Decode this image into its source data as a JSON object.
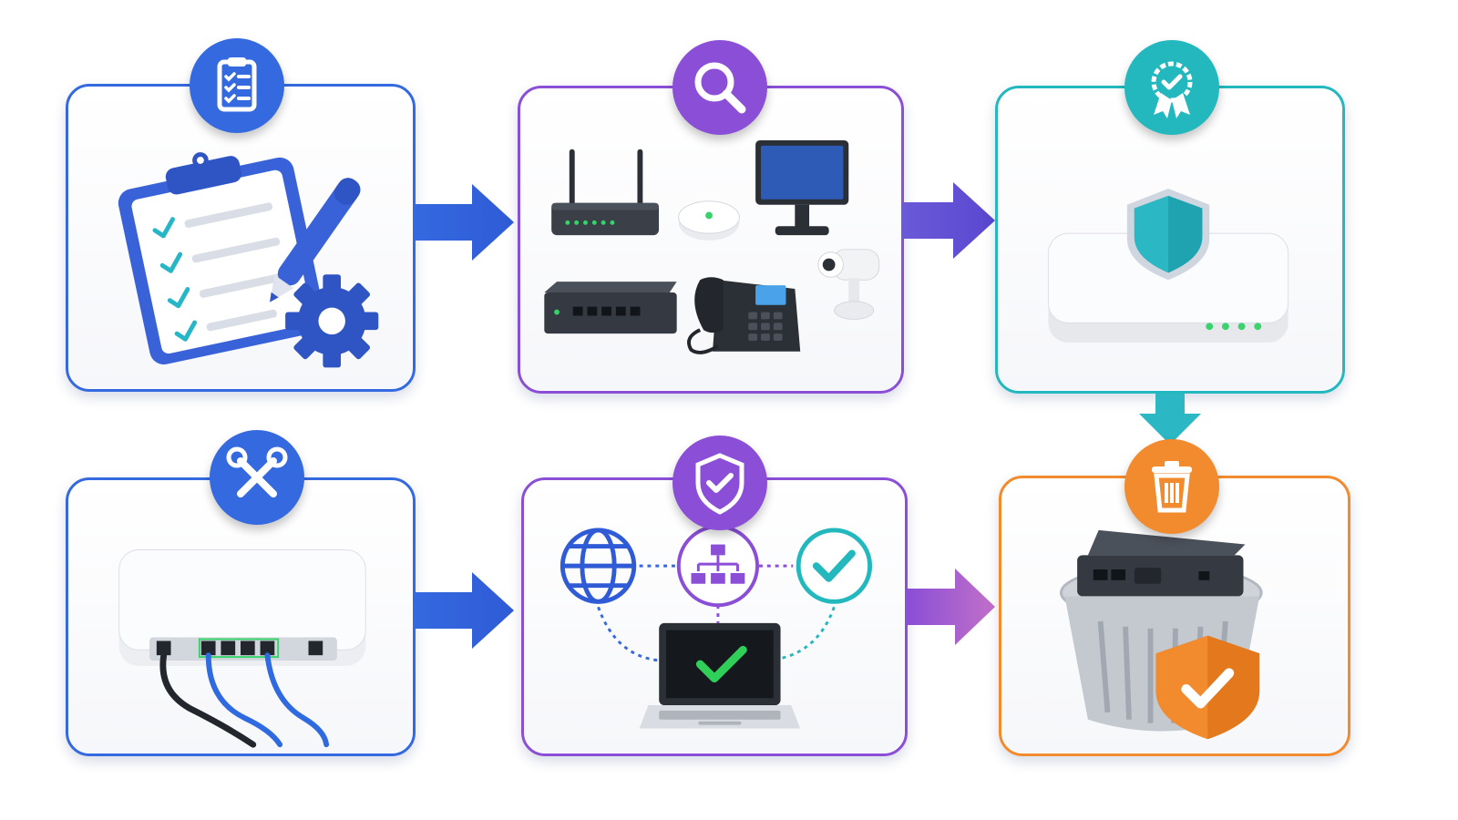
{
  "diagram": {
    "steps": [
      {
        "id": "plan",
        "icon": "clipboard-checklist-icon",
        "color": "#3469e0"
      },
      {
        "id": "inventory",
        "icon": "magnifier-icon",
        "color": "#8a4fd6"
      },
      {
        "id": "certify",
        "icon": "award-ribbon-icon",
        "color": "#22b8bd"
      },
      {
        "id": "dispose",
        "icon": "trash-icon",
        "color": "#f28a2e"
      },
      {
        "id": "verify",
        "icon": "shield-check-icon",
        "color": "#8a4fd6"
      },
      {
        "id": "configure",
        "icon": "tools-icon",
        "color": "#3469e0"
      }
    ],
    "flow": [
      "plan",
      "inventory",
      "certify",
      "dispose",
      "verify",
      "configure"
    ],
    "colors": {
      "blue": "#3469e0",
      "purple": "#8a4fd6",
      "teal": "#22b8bd",
      "orange": "#f28a2e",
      "check_green": "#2fcf5a"
    }
  }
}
